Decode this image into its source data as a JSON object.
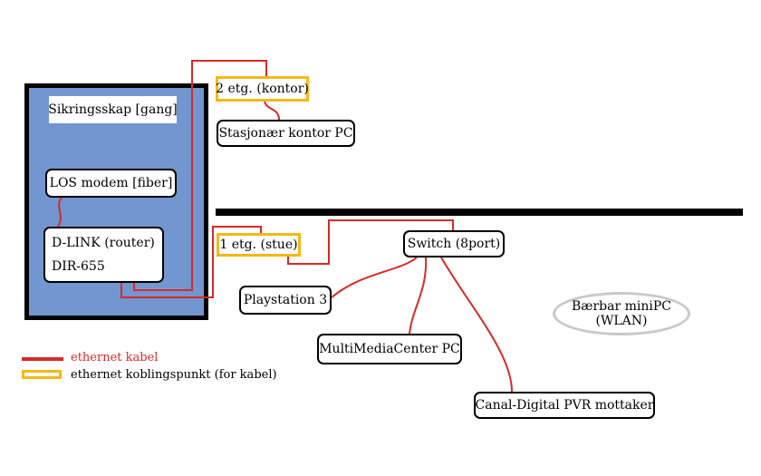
{
  "locations": {
    "fuse_cabinet": "Sikringsskap [gang]",
    "floor2_point": "2 etg. (kontor)",
    "floor1_point": "1 etg. (stue)"
  },
  "devices": {
    "office_pc": "Stasjonær kontor PC",
    "los_modem": "LOS modem [fiber]",
    "router_line1": "D-LINK (router)",
    "router_line2": "DIR-655",
    "switch": "Switch (8port)",
    "playstation": "Playstation 3",
    "media_center": "MultiMediaCenter PC",
    "pvr": "Canal-Digital PVR mottaker",
    "laptop_line1": "Bærbar miniPC",
    "laptop_line2": "(WLAN)"
  },
  "legend": {
    "cable_label": "ethernet kabel",
    "point_label": "ethernet koblingspunkt (for kabel)"
  },
  "colors": {
    "cable": "#d62a2a",
    "connection_point": "#f5b816",
    "cabinet_fill": "#7296cf",
    "wlan_border": "#c8c8c8"
  }
}
